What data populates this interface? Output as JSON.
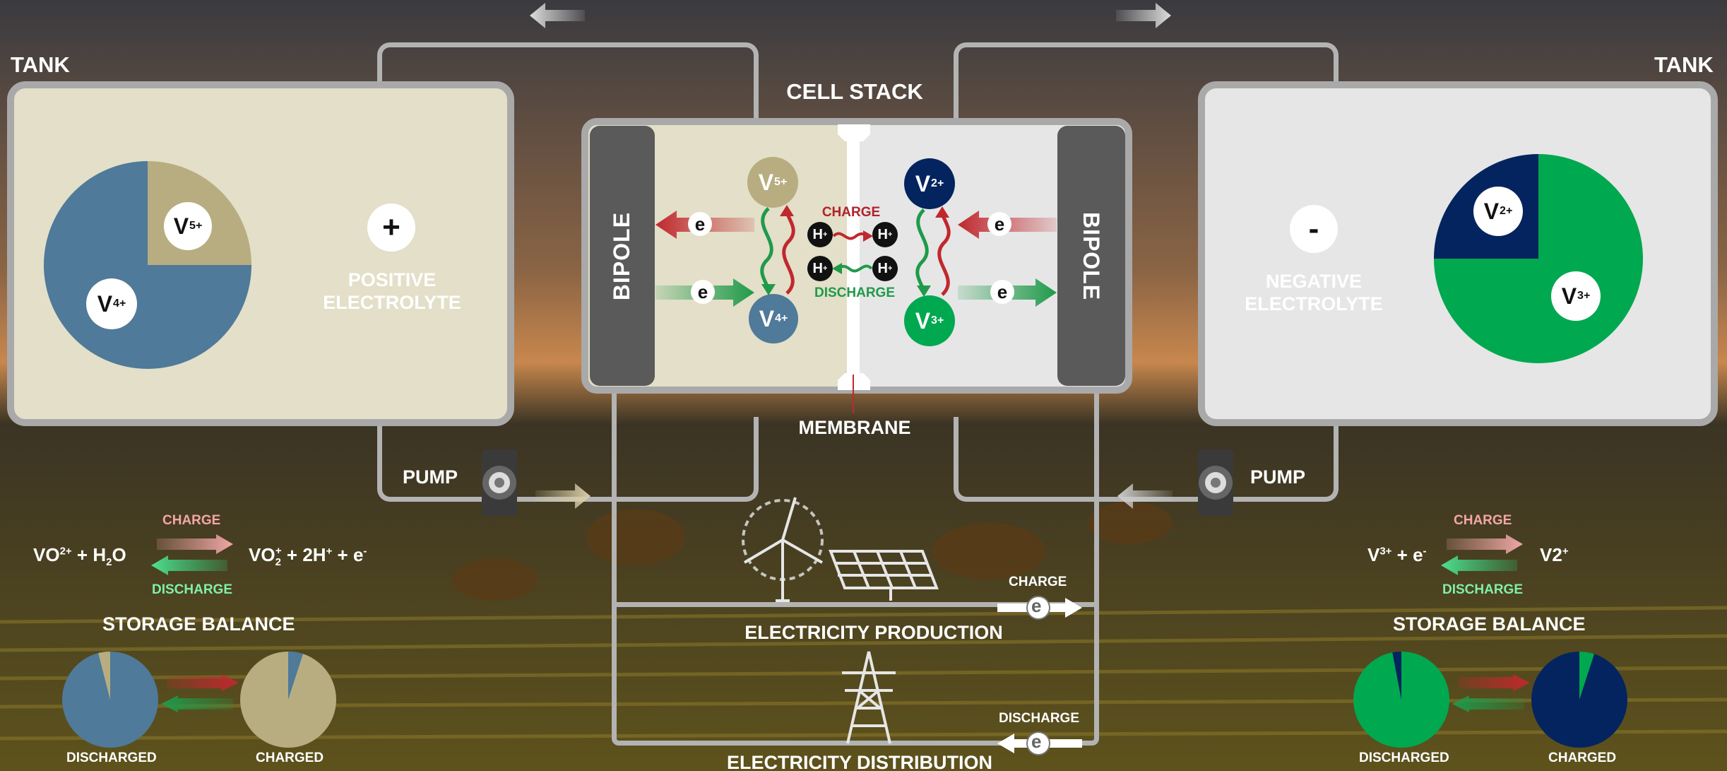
{
  "tanks": {
    "left": {
      "title": "TANK",
      "sign": "+",
      "label_line1": "POSITIVE",
      "label_line2": "ELECTROLYTE",
      "ion_a": "V",
      "ion_a_charge": "5+",
      "ion_b": "V",
      "ion_b_charge": "4+"
    },
    "right": {
      "title": "TANK",
      "sign": "-",
      "label_line1": "NEGATIVE",
      "label_line2": "ELECTROLYTE",
      "ion_a": "V",
      "ion_a_charge": "2+",
      "ion_b": "V",
      "ion_b_charge": "3+"
    }
  },
  "cell_stack": {
    "title": "CELL STACK",
    "bipole_left": "BIPOLE",
    "bipole_right": "BIPOLE",
    "membrane": "MEMBRANE",
    "charge": "CHARGE",
    "discharge": "DISCHARGE",
    "proton": "H",
    "proton_charge": "+",
    "electron": "e",
    "left_top_ion": "V",
    "left_top_charge": "5+",
    "left_bottom_ion": "V",
    "left_bottom_charge": "4+",
    "right_top_ion": "V",
    "right_top_charge": "2+",
    "right_bottom_ion": "V",
    "right_bottom_charge": "3+"
  },
  "pumps": {
    "left": "PUMP",
    "right": "PUMP"
  },
  "reactions": {
    "left": {
      "lhs_a": "VO",
      "lhs_a_sup": "2+",
      "lhs_b": " + H",
      "lhs_b_sub": "2",
      "lhs_c": "O",
      "rhs_a": "VO",
      "rhs_a_sub": "2",
      "rhs_a_sup": "+",
      "rhs_b": " + 2H",
      "rhs_b_sup": "+",
      "rhs_c": " + e",
      "rhs_c_sup": "-",
      "charge": "CHARGE",
      "discharge": "DISCHARGE"
    },
    "right": {
      "lhs_a": "V",
      "lhs_a_sup": "3+",
      "lhs_b": " + e",
      "lhs_b_sup": "-",
      "rhs": "V2",
      "rhs_sup": "+",
      "charge": "CHARGE",
      "discharge": "DISCHARGE"
    }
  },
  "storage_balance": {
    "left": {
      "title": "STORAGE BALANCE",
      "discharged": "DISCHARGED",
      "charged": "CHARGED",
      "discharged_share_v5": 0.04,
      "charged_share_v4": 0.05
    },
    "right": {
      "title": "STORAGE BALANCE",
      "discharged": "DISCHARGED",
      "charged": "CHARGED",
      "discharged_share_v2": 0.03,
      "charged_share_v3": 0.05
    }
  },
  "tank_pies": {
    "left_share_v5": 0.25,
    "right_share_v2": 0.25
  },
  "grid": {
    "production": "ELECTRICITY PRODUCTION",
    "distribution": "ELECTRICITY DISTRIBUTION",
    "charge": "CHARGE",
    "discharge": "DISCHARGE",
    "electron": "e"
  },
  "colors": {
    "v5": "#b8ad80",
    "v4": "#4f7a99",
    "v2": "#04245f",
    "v3": "#00a84f",
    "positive_bg": "#e3dfc8",
    "negative_bg": "#e6e6e6",
    "charge_red": "#c0282e",
    "discharge_green": "#1f9a4a"
  }
}
